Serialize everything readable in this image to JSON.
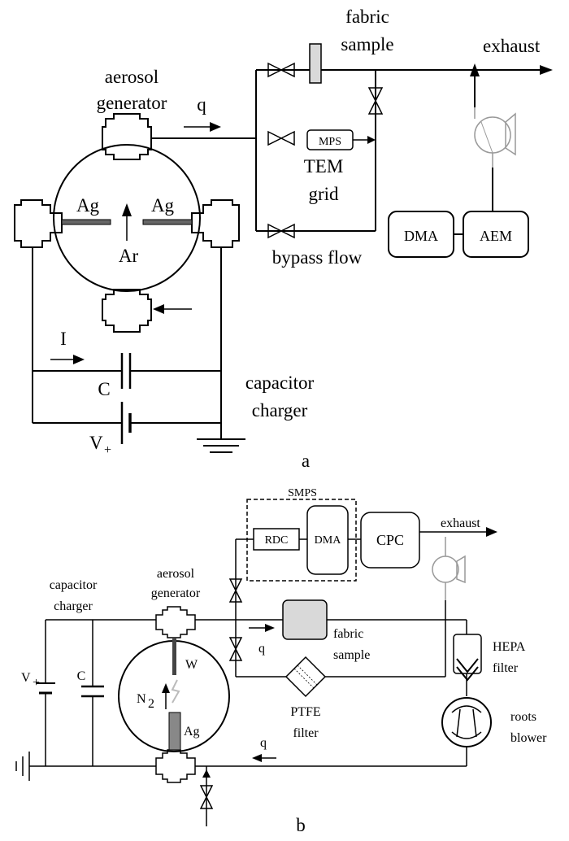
{
  "diagram_a": {
    "exhaust": "exhaust",
    "fabric_sample": [
      "fabric",
      "sample"
    ],
    "aerosol_generator": [
      "aerosol",
      "generator"
    ],
    "q": "q",
    "mps": "MPS",
    "tem_grid": [
      "TEM",
      "grid"
    ],
    "ag_left": "Ag",
    "ag_right": "Ag",
    "ar": "Ar",
    "dma": "DMA",
    "aem": "AEM",
    "bypass_flow": "bypass flow",
    "current": "I",
    "capacitor": "C",
    "capacitor_charger": [
      "capacitor",
      "charger"
    ],
    "voltage": "V",
    "voltage_sub": "+",
    "panel_label": "a"
  },
  "diagram_b": {
    "smps": "SMPS",
    "rdc": "RDC",
    "dma": "DMA",
    "cpc": "CPC",
    "exhaust": "exhaust",
    "capacitor_charger": [
      "capacitor",
      "charger"
    ],
    "aerosol_generator": [
      "aerosol",
      "generator"
    ],
    "w": "W",
    "q_top": "q",
    "fabric_sample": [
      "fabric",
      "sample"
    ],
    "hepa_filter": [
      "HEPA",
      "filter"
    ],
    "voltage": "V",
    "voltage_sub": "+",
    "capacitor": "C",
    "n2": "N",
    "n2_sub": "2",
    "ptfe_filter": [
      "PTFE",
      "filter"
    ],
    "roots_blower": [
      "roots",
      "blower"
    ],
    "ag": "Ag",
    "q_bottom": "q",
    "panel_label": "b"
  },
  "colors": {
    "line": "#000000",
    "sample_fill": "#d9d9d9",
    "pump_grey": "#999999"
  }
}
